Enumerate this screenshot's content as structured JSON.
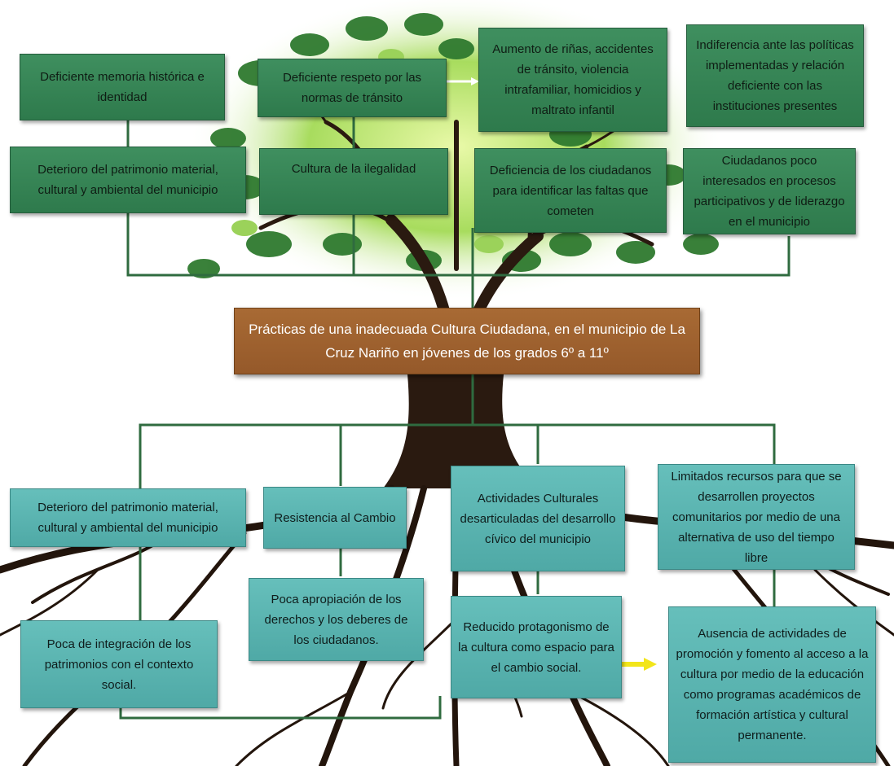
{
  "problem": {
    "text": "Prácticas de una inadecuada Cultura Ciudadana, en el municipio de La Cruz Nariño en jóvenes de los grados 6º a 11º"
  },
  "effects": [
    "Deficiente memoria histórica e identidad",
    "Deficiente respeto por las normas de tránsito",
    "Aumento de riñas, accidentes de tránsito, violencia intrafamiliar, homicidios y maltrato infantil",
    "Indiferencia ante las políticas implementadas y relación deficiente con las instituciones presentes",
    "Deterioro del patrimonio material, cultural y ambiental del municipio",
    "Cultura de la ilegalidad",
    "Deficiencia de los ciudadanos para identificar las faltas que cometen",
    "Ciudadanos poco interesados en procesos participativos y de liderazgo en el municipio"
  ],
  "causes": [
    "Deterioro del patrimonio material, cultural y ambiental del municipio",
    "Resistencia al Cambio",
    "Actividades Culturales desarticuladas del desarrollo cívico del municipio",
    "Limitados recursos para que se desarrollen proyectos comunitarios por medio de una alternativa de uso del tiempo libre",
    "Poca de integración de los patrimonios con el contexto social.",
    "Poca apropiación de los derechos y los deberes de los ciudadanos.",
    "Reducido protagonismo de la cultura como espacio para el cambio social.",
    "Ausencia de actividades de promoción y fomento al acceso a la cultura por medio de la educación como programas académicos de formación artística y cultural  permanente."
  ],
  "colors": {
    "effect_box": "#3f8f5f",
    "cause_box": "#5fb8b4",
    "problem_box": "#a0622f",
    "connector": "#2f6b3f",
    "arrow_yellow": "#f2e51a",
    "trunk": "#2a1a10",
    "foliage_light": "#b9e36a",
    "foliage_dark": "#2f7a2f"
  }
}
